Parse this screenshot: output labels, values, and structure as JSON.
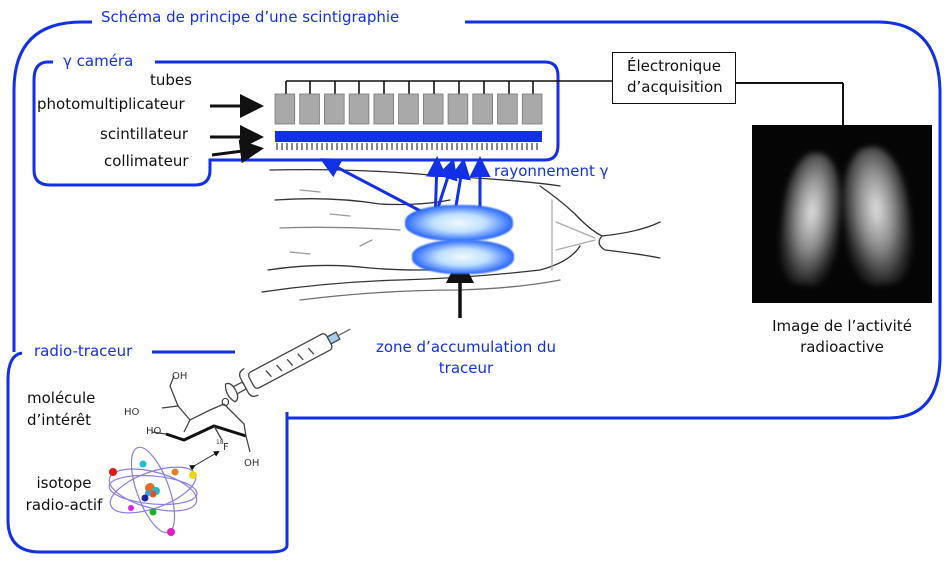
{
  "title": "Schéma de principe d’une scintigraphie",
  "camera": {
    "label": "γ caméra",
    "parts": [
      {
        "name": "tubes photomultiplicateur",
        "line1": "tubes",
        "line2": "photomultiplicateur"
      },
      {
        "name": "scintillateur",
        "line1": "scintillateur"
      },
      {
        "name": "collimateur",
        "line1": "collimateur"
      }
    ],
    "tube_count": 11
  },
  "electronics": {
    "line1": "Électronique",
    "line2": "d’acquisition"
  },
  "radiation_label": "rayonnement γ",
  "accumulation_label": {
    "line1": "zone d’accumulation du",
    "line2": "traceur"
  },
  "image_caption": {
    "line1": "Image de l’activité",
    "line2": "radioactive"
  },
  "tracer": {
    "label": "radio-traceur",
    "molecule": {
      "line1": "molécule",
      "line2": "d’intérêt"
    },
    "isotope": {
      "line1": "isotope",
      "line2": "radio-actif"
    },
    "chem_labels": {
      "oh_top": "OH",
      "o_ring": "O",
      "ho_left": "HO",
      "ho_lower": "HO",
      "fluorine_mass": "18",
      "fluorine": "F",
      "oh_bottom": "OH"
    }
  },
  "colors": {
    "frame": "#1230e6",
    "scintillator": "#1230e6",
    "tube": "#a9a9a9",
    "text": "#111111"
  }
}
